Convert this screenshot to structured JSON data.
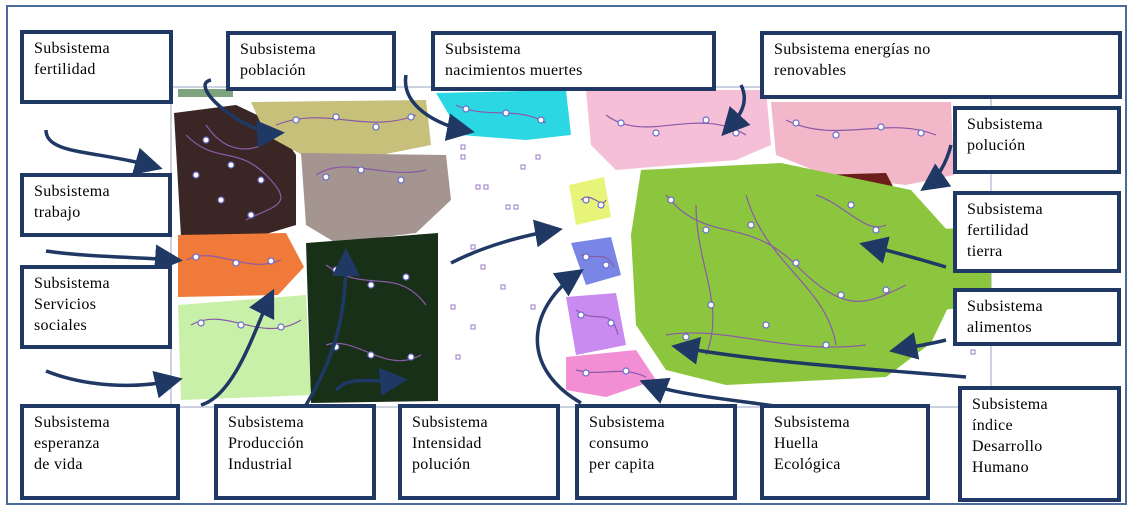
{
  "labels": {
    "fertilidad": "Subsistema\nfertilidad",
    "poblacion": "Subsistema\npoblación",
    "nacimientos": "Subsistema\nnacimientos muertes",
    "energias": "Subsistema energías no\nrenovables",
    "polucion": "Subsistema\npolución",
    "trabajo": "Subsistema\ntrabajo",
    "fertilidad_tierra": "Subsistema\nfertilidad\ntierra",
    "servicios": "Subsistema\nServicios\nsociales",
    "alimentos": "Subsistema\nalimentos",
    "esperanza": "Subsistema\nesperanza\nde vida",
    "produccion": "Subsistema\nProducción\nIndustrial",
    "intensidad": "Subsistema\nIntensidad\npolución",
    "consumo": "Subsistema\nconsumo\nper capita",
    "huella": "Subsistema\nHuella\nEcológica",
    "desarrollo": "Subsistema\níndice\nDesarrollo\nHumano"
  },
  "colors": {
    "label_border": "#1f3864",
    "arrow": "#1f3864",
    "node_blue": "#6a6acd",
    "node_red": "#d24646"
  }
}
